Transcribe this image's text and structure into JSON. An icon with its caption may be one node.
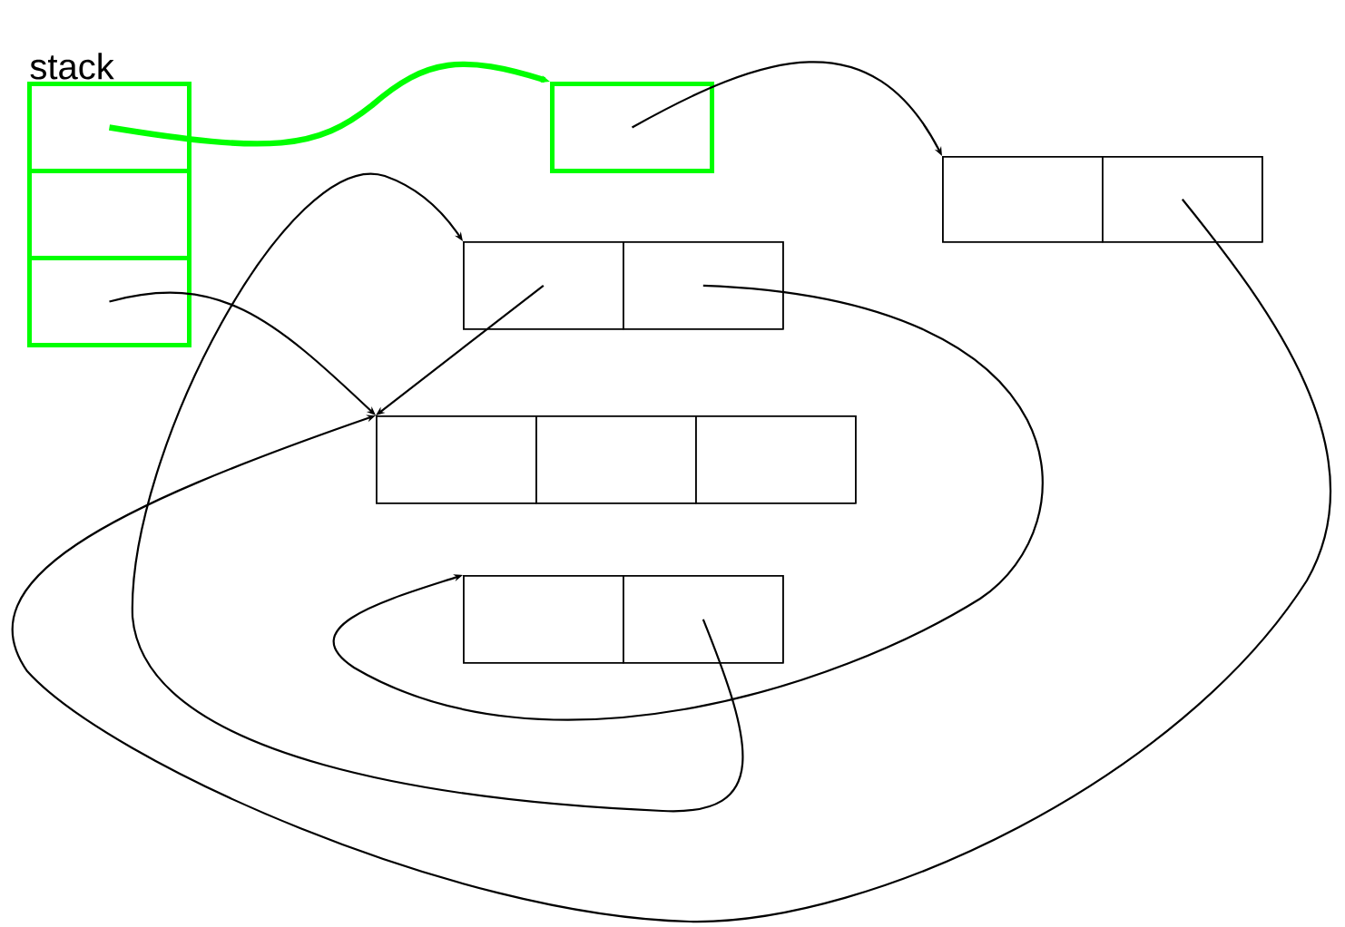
{
  "diagram": {
    "nodes": [
      {
        "text": [
          "stack"
        ]
      },
      {
        "text": [],
        "shape": "box",
        "in": 0
      },
      {
        "text": [],
        "shape": "box",
        "in": 0
      },
      {
        "text": [],
        "shape": "box",
        "in": 0
      },
      {
        "text": [],
        "shape": "box"
      },
      {
        "text": [],
        "shape": "box"
      },
      {
        "text": [],
        "shape": "box",
        "in": 5
      },
      {
        "text": [],
        "shape": "box",
        "in": 5
      },
      {
        "text": [],
        "shape": "box"
      },
      {
        "text": [],
        "shape": "box",
        "in": 8
      },
      {
        "text": [],
        "shape": "box",
        "in": 8
      },
      {
        "text": [],
        "shape": "box"
      },
      {
        "text": [],
        "shape": "box",
        "in": 11
      },
      {
        "text": [],
        "shape": "box",
        "in": 11
      },
      {
        "text": [],
        "shape": "box",
        "in": 11
      },
      {
        "text": [],
        "shape": "box"
      },
      {
        "text": [],
        "shape": "box",
        "in": 15
      },
      {
        "text": [],
        "shape": "box",
        "in": 15
      }
    ],
    "edges": [
      {
        "from": 1,
        "to": 4,
        "arrow": "to",
        "style": "thick",
        "color": "#00ff00"
      },
      {
        "from": 4,
        "to": 5,
        "arrow": "to"
      },
      {
        "from": 3,
        "to": 11,
        "arrow": "to"
      },
      {
        "from": 9,
        "to": 11,
        "arrow": "to"
      },
      {
        "from": 10,
        "to": 15,
        "arrow": "to"
      },
      {
        "from": 17,
        "to": 8,
        "arrow": "to"
      },
      {
        "from": 7,
        "to": 11,
        "arrow": "to"
      }
    ]
  }
}
